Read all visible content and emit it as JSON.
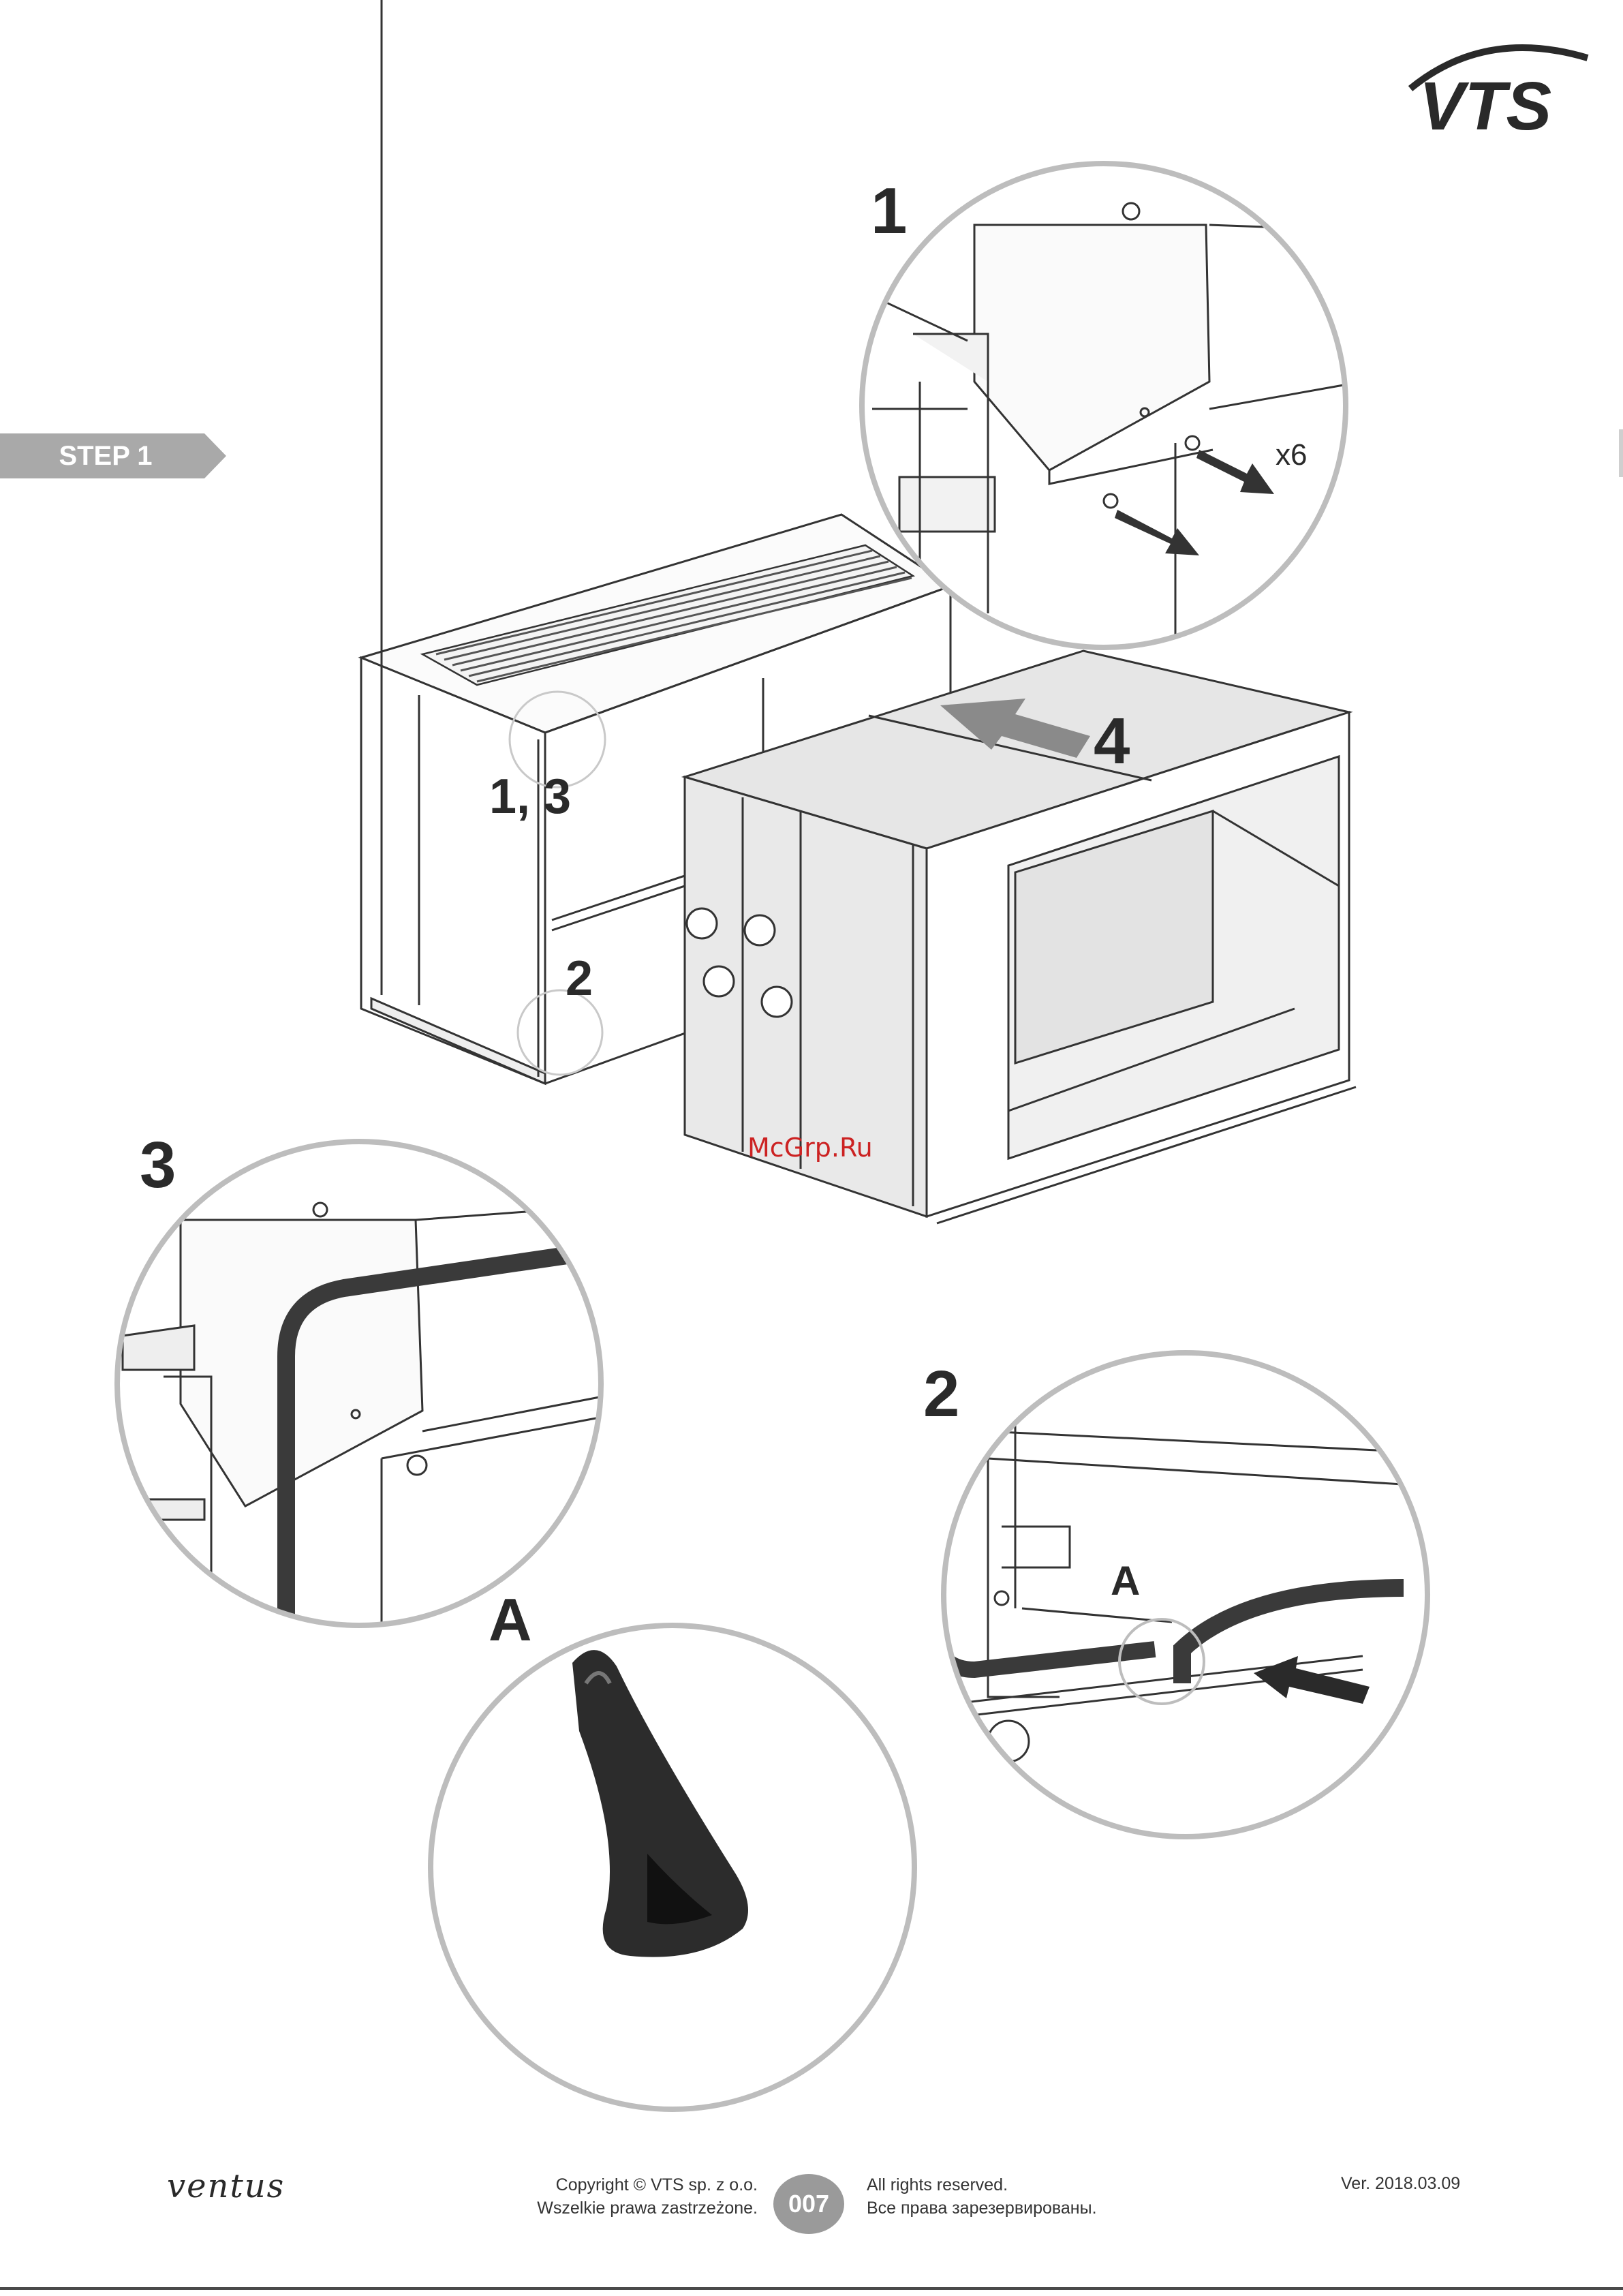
{
  "header": {
    "brand": "VTS"
  },
  "step": {
    "label": "STEP 1"
  },
  "callouts": {
    "detail_1": "1",
    "detail_3": "3",
    "detail_2": "2",
    "detail_a": "A",
    "detail_a_small": "A",
    "arrow_4": "4",
    "main_1_3": "1, 3",
    "main_2": "2",
    "count": "x6"
  },
  "watermark": "McGrp.Ru",
  "footer": {
    "product": "ventus",
    "copyright": "Copyright © VTS sp. z o.o.",
    "copyright_pl": "Wszelkie prawa zastrzeżone.",
    "page": "007",
    "rights_en": "All rights reserved.",
    "rights_ru": "Все права зарезервированы.",
    "version": "Ver. 2018.03.09"
  },
  "colors": {
    "tab": "#a9a9a9",
    "circle": "#bdbdbd",
    "seal": "#3a3a3a",
    "watermark": "#cc2222"
  }
}
